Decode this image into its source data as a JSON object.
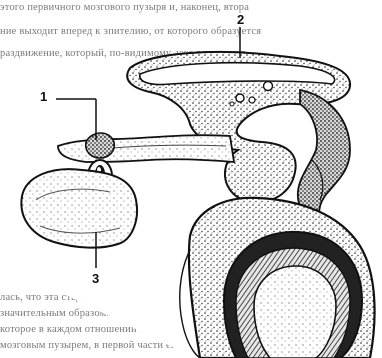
{
  "figure": {
    "background_text_lines": [
      "этого первичного мозгового пузыря и, наконец, втора",
      "ние выходит вперед к эпителию, от которого образуется",
      "раздвижение, который, по-видимому, уже рано занят",
      "",
      "",
      "",
      "",
      "",
      "",
      "",
      "",
      "",
      "",
      "",
      "",
      "",
      "",
      "",
      "",
      "",
      "",
      "",
      "лась, что эта стадия соответствует зародышу",
      "значительным образом. Такое образование по",
      "которое в каждом отношении соответствует",
      "мозговым пузырем, в первой части его позднее"
    ],
    "labels": [
      {
        "id": "1",
        "text": "1"
      },
      {
        "id": "2",
        "text": "2"
      },
      {
        "id": "3",
        "text": "3"
      }
    ],
    "colors": {
      "ink": "#1a1a1a",
      "paper": "#ffffff",
      "shade": "#4a4a4a"
    }
  }
}
